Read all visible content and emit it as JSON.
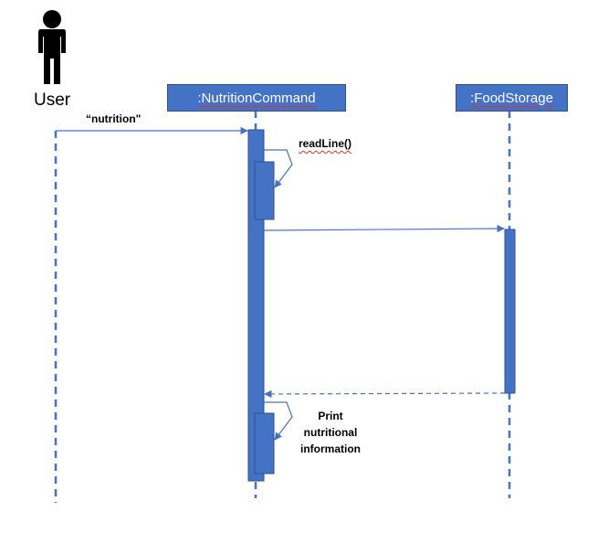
{
  "actor": {
    "label": "User",
    "icon": "stick-figure-icon"
  },
  "lifelines": [
    {
      "id": "nutrition-command",
      "label": ":NutritionCommand"
    },
    {
      "id": "food-storage",
      "label": ":FoodStorage"
    }
  ],
  "messages": {
    "user_call": "“nutrition\"",
    "read_line": "readLine()",
    "print_lines": [
      "Print",
      "nutritional",
      "information"
    ]
  },
  "colors": {
    "accent": "#4472c4",
    "accent_border": "#2f528f",
    "spellcheck": "#e03030"
  }
}
